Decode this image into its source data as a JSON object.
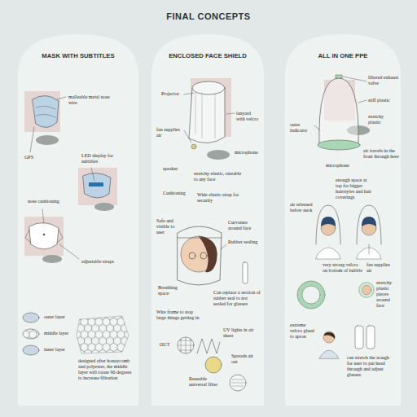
{
  "diagram": {
    "title": "FINAL CONCEPTS",
    "nodes": [
      {
        "text": [
          "MASK WITH SUBTITLES"
        ]
      },
      {
        "text": [
          "ENCLOSED FACE SHIELD"
        ]
      },
      {
        "text": [
          "ALL IN ONE PPE"
        ]
      }
    ],
    "labels": [
      "malleable metal nose wire",
      "GPS",
      "LED display for subtitles",
      "nose cushioning",
      "adjustable straps",
      "outer layer",
      "middle layer",
      "inner layer",
      "designed after honeycomb and polyester, the middle layer will rotate 90 degrees to increase filtration",
      "Projector",
      "lanyard with velcro",
      "fan supplies air",
      "microphone",
      "speaker",
      "stretchy elastic, sizeable to any face",
      "Cushioning",
      "Wide elastic strap for security",
      "Safe and visible to user",
      "Curvature around face",
      "Rubber sealing",
      "Breathing space",
      "Can replace a section of rubber seal to not sealed for glasses",
      "Wire frame to stop large things getting in",
      "OUT",
      "UV lights in air sheet",
      "Spreads air out",
      "Reusable universal filter",
      "filtered exhaust valve",
      "stiff plastic",
      "stretchy plastic",
      "outer indicator",
      "microphone",
      "air travels in the front through here",
      "enough space at top for bigger hairstyles and hair coverings",
      "air released below neck",
      "fan supplies air",
      "very strong velcro on bottom of bubble",
      "stretchy plastic pieces around face",
      "extreme velcro glued to apron",
      "can stretch the trough for user to put head through and adjust glasses"
    ]
  }
}
